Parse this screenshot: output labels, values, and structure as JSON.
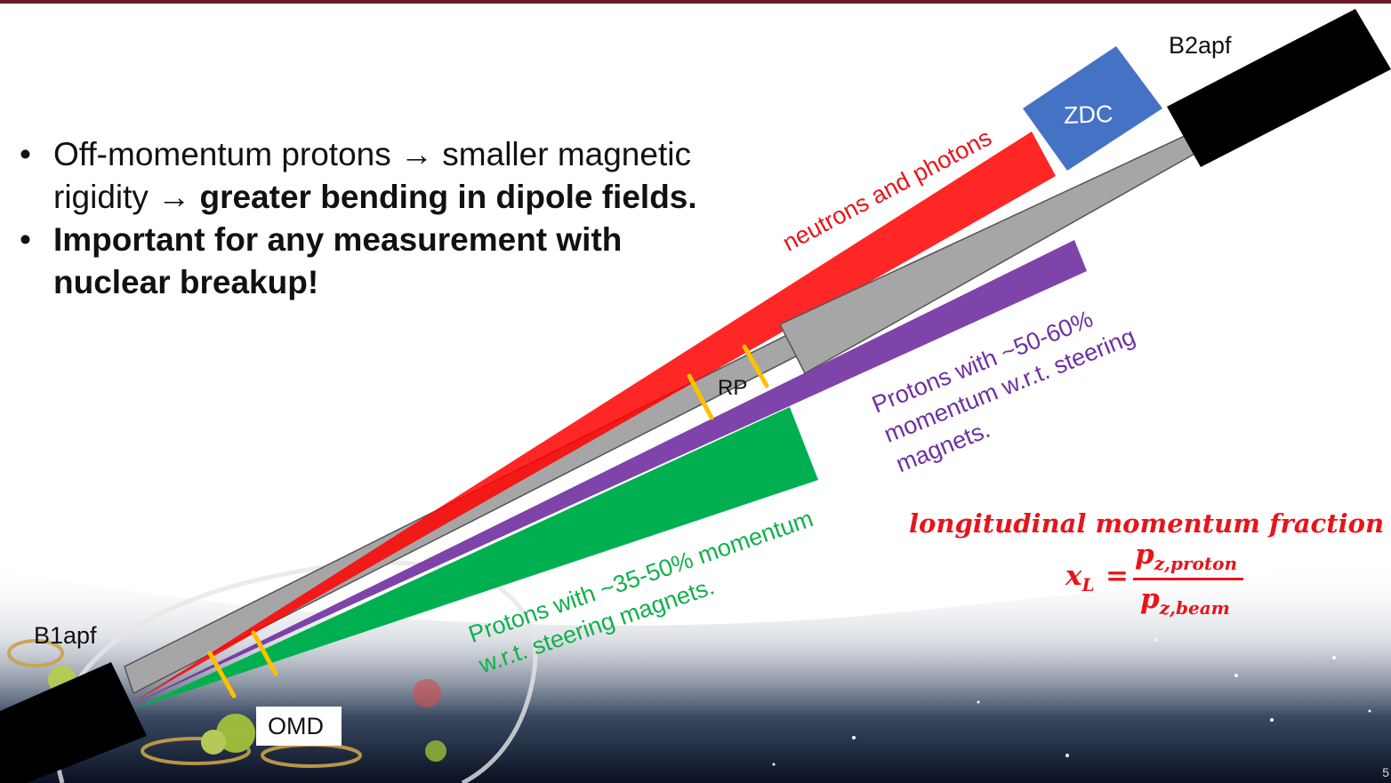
{
  "bullets": [
    {
      "normal": "Off-momentum protons → smaller magnetic rigidity → ",
      "bold": "greater bending in dipole fields."
    },
    {
      "normal": "",
      "bold": "Important for any measurement with nuclear breakup!"
    }
  ],
  "bullet_glyph": "•",
  "labels": {
    "b2apf": "B2apf",
    "b1apf": "B1apf",
    "zdc": "ZDC",
    "rp": "RP",
    "omd": "OMD",
    "neutrons": "neutrons and photons",
    "purple_lines": [
      "Protons with ~50-60%",
      "momentum w.r.t. steering",
      "magnets."
    ],
    "green_lines": [
      "Protons with ~35-50% momentum",
      "w.r.t. steering magnets."
    ]
  },
  "formula": {
    "title": "longitudinal momentum fraction",
    "lhs": "x",
    "lhs_sub": "L",
    "equals": "=",
    "num": "p",
    "num_sub": "z,proton",
    "den": "p",
    "den_sub": "z,beam"
  },
  "page_number": "5",
  "colors": {
    "neutrons": "#ff0000",
    "purple": "#7030a0",
    "green": "#00b050",
    "gray": "#a6a6a6",
    "zdc": "#4472c4",
    "detector_marks": "#ffc000",
    "accent_bar": "#6b1628"
  }
}
